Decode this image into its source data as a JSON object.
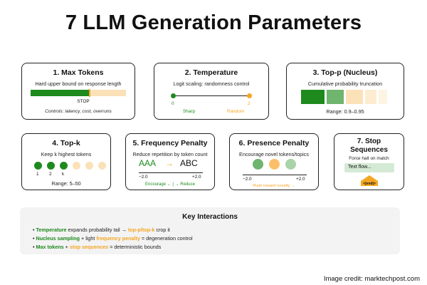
{
  "title": "7 LLM Generation Parameters",
  "cards": {
    "max_tokens": {
      "title": "1. Max Tokens",
      "subtitle": "Hard upper bound on response length",
      "stop_label": "STOP",
      "controls": "Controls: latency, cost, overruns"
    },
    "temperature": {
      "title": "2. Temperature",
      "subtitle": "Logit scaling: randomness control",
      "min": "0",
      "max": "2",
      "low_label": "Sharp",
      "high_label": "Random"
    },
    "top_p": {
      "title": "3. Top-p (Nucleus)",
      "subtitle": "Cumulative probability truncation",
      "range": "Range: 0.9–0.95"
    },
    "top_k": {
      "title": "4. Top-k",
      "subtitle": "Keep k highest tokens",
      "labels": [
        "1",
        "2",
        "k"
      ],
      "range": "Range: 5–50"
    },
    "frequency_penalty": {
      "title": "5. Frequency Penalty",
      "subtitle": "Reduce repetition by token count",
      "before": "AAA",
      "arrow": "→",
      "after": "ABC",
      "min": "−2.0",
      "max": "+2.0",
      "scale_label": "Encourage ← | → Reduce"
    },
    "presence_penalty": {
      "title": "6. Presence Penalty",
      "subtitle": "Encourage novel tokens/topics",
      "min": "−2.0",
      "max": "+2.0",
      "scale_label": "Push toward novelty →"
    },
    "stop_sequences": {
      "title_line1": "7. Stop",
      "title_line2": "Sequences",
      "subtitle": "Force halt on match",
      "text_box": "Text flow...",
      "end_token": "<|end|>"
    }
  },
  "interactions": {
    "title": "Key Interactions",
    "line1": {
      "t1": "Temperature",
      "t2": " expands probability tail → ",
      "t3": "top-p/top-k",
      "t4": " crop it"
    },
    "line2": {
      "t1": "Nucleus sampling",
      "t2": " + light ",
      "t3": "frequency penalty",
      "t4": " = degeneration control"
    },
    "line3": {
      "t1": "Max tokens",
      "t2": " + ",
      "t3": "stop sequences",
      "t4": " = deterministic bounds"
    }
  },
  "credit": "Image credit: marktechpost.com",
  "colors": {
    "green": "#1e8a1e",
    "light_green": "#6fb46f",
    "orange": "#f5a623",
    "light_orange": "#fbe1b8",
    "gray": "#f3f3f3"
  }
}
